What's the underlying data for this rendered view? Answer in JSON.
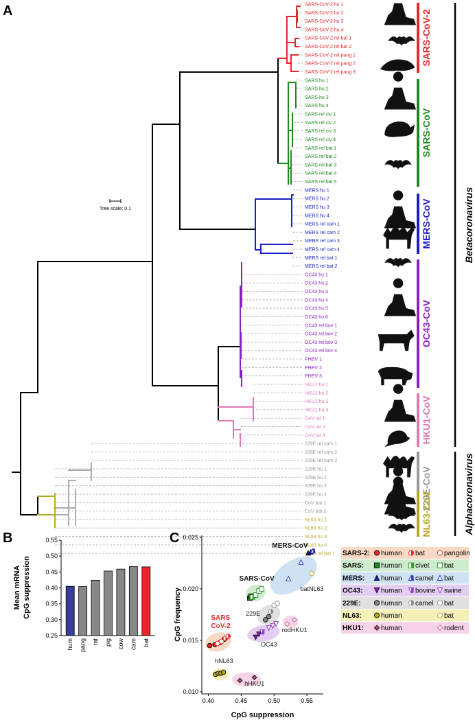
{
  "panels": {
    "a": "A",
    "b": "B",
    "c": "C"
  },
  "tree": {
    "scale_label": "Tree scale: 0.1",
    "genera": [
      "Betacoronavirus",
      "Alphacoronavirus"
    ],
    "clades": [
      {
        "name": "SARS-CoV-2",
        "color": "#e8272a",
        "tips": [
          "SARS-CoV-2 hu 1",
          "SARS-CoV-2 hu 2",
          "SARS-CoV-2 hu 3",
          "SARS-CoV-2 hu 4",
          "SARS-CoV-2 rel bat 1",
          "SARS-CoV-2 rel bat 2",
          "SARS-CoV-2 rel pang 1",
          "SARS-CoV-2 rel pang 2",
          "SARS-CoV-2 rel pang 3"
        ]
      },
      {
        "name": "SARS-CoV",
        "color": "#1e8a1e",
        "tips": [
          "SARS hu 1",
          "SARS hu 2",
          "SARS hu 3",
          "SARS hu 4",
          "SARS rel civ 1",
          "SARS rel civ 2",
          "SARS rel civ 3",
          "SARS rel civ 4",
          "SARS rel bat 1",
          "SARS rel bat 2",
          "SARS rel bat 3",
          "SARS rel bat 4",
          "SARS rel bat 5"
        ]
      },
      {
        "name": "MERS-CoV",
        "color": "#1c1cc8",
        "tips": [
          "MERS hu 1",
          "MERS hu 2",
          "MERS hu 3",
          "MERS hu 4",
          "MERS rel cam 1",
          "MERS rel cam 2",
          "MERS rel cam 3",
          "MERS rel cam 4",
          "MERS rel bat 1",
          "MERS rel bat 2"
        ]
      },
      {
        "name": "OC43-CoV",
        "color": "#8a1ec8",
        "tips": [
          "OC43 hu 1",
          "OC43 hu 2",
          "OC43 hu 3",
          "OC43 hu 4",
          "OC43 hu 5",
          "OC43 hu 6",
          "OC43 rel bov 1",
          "OC43 rel bov 2",
          "OC43 rel bov 3",
          "OC43 rel bov 4",
          "PHEV 1",
          "PHEV 2",
          "PHEV 3"
        ]
      },
      {
        "name": "HKU1-CoV",
        "color": "#e078b4",
        "tips": [
          "HKU1 hu 1",
          "HKU1 hu 2",
          "HKU1 hu 3",
          "HKU1 hu 4",
          "CoV rat 1",
          "CoV rat 2",
          "CoV rat 3"
        ]
      },
      {
        "name": "229E-CoV",
        "color": "#999999",
        "tips": [
          "229E rel cam 1",
          "229E rel cam 2",
          "229E rel cam 3",
          "229E hu 1",
          "229E hu 2",
          "229E hu 3",
          "229E hu 4",
          "CoV bat 1",
          "CoV bat 2"
        ]
      },
      {
        "name": "NL63-CoV",
        "color": "#b4aa1e",
        "tips": [
          "NL63 hu 1",
          "NL63 hu 2",
          "NL63 hu 3",
          "NL63 hu 4",
          "NL63 rel bat 1"
        ]
      }
    ],
    "silhouettes": [
      "human-icon",
      "bat-icon",
      "pangolin-icon",
      "human-icon",
      "civet-icon",
      "bat-icon",
      "human-icon",
      "camel-icon",
      "bat-icon",
      "human-icon",
      "cow-icon",
      "pig-icon",
      "human-icon",
      "rat-icon",
      "camel-icon",
      "human-icon",
      "bat-icon",
      "human-icon",
      "bat-icon"
    ]
  },
  "chart_data": [
    {
      "type": "bar",
      "ylabel": "Mean mRNA CpG suppression",
      "categories": [
        "hum",
        "pang",
        "rat",
        "pig",
        "cow",
        "cam",
        "bat"
      ],
      "values": [
        0.405,
        0.404,
        0.424,
        0.453,
        0.459,
        0.467,
        0.466
      ],
      "colors": [
        "#3b3b99",
        "#888888",
        "#888888",
        "#888888",
        "#888888",
        "#888888",
        "#e8272a"
      ],
      "ylim": [
        0.25,
        0.55
      ],
      "yticks": [
        "0.25",
        "0.30",
        "0.35",
        "0.40",
        "0.45",
        "0.50",
        "0.55"
      ]
    },
    {
      "type": "scatter",
      "xlabel": "CpG suppression",
      "ylabel": "CpG frequency",
      "xlim": [
        0.39,
        0.575
      ],
      "ylim": [
        0.0098,
        0.0252
      ],
      "xticks": [
        "0.40",
        "0.45",
        "0.50",
        "0.55"
      ],
      "yticks": [
        "0.010",
        "0.015",
        "0.020",
        "0.025"
      ],
      "annotations": [
        {
          "text": "SARS",
          "color": "#e8272a",
          "x": 0.404,
          "y": 0.017
        },
        {
          "text": "CoV-2",
          "color": "#e8272a",
          "x": 0.404,
          "y": 0.0162
        },
        {
          "text": "SARS-CoV",
          "color": "#111111",
          "x": 0.447,
          "y": 0.0208
        },
        {
          "text": "MERS-CoV",
          "color": "#111111",
          "x": 0.497,
          "y": 0.024
        },
        {
          "text": "batNL63",
          "color": "#111111",
          "x": 0.54,
          "y": 0.0198
        },
        {
          "text": "229E",
          "color": "#111111",
          "x": 0.457,
          "y": 0.0174
        },
        {
          "text": "rodHKU1",
          "color": "#111111",
          "x": 0.512,
          "y": 0.0158
        },
        {
          "text": "OC43",
          "color": "#111111",
          "x": 0.48,
          "y": 0.0144
        },
        {
          "text": "hNL63",
          "color": "#111111",
          "x": 0.41,
          "y": 0.0128
        },
        {
          "text": "hHKU1",
          "color": "#111111",
          "x": 0.455,
          "y": 0.0106
        }
      ],
      "groups": [
        {
          "name": "SARS-2",
          "bg": "#f9d9c4",
          "cx": 0.415,
          "cy": 0.01485,
          "rx": 0.02,
          "ry": 0.0009,
          "rot": -15
        },
        {
          "name": "SARS",
          "bg": "#cdeccd",
          "cx": 0.472,
          "cy": 0.0196,
          "rx": 0.015,
          "ry": 0.0008,
          "rot": -20
        },
        {
          "name": "MERS",
          "bg": "#cfe2f3",
          "cx": 0.53,
          "cy": 0.0213,
          "rx": 0.04,
          "ry": 0.0014,
          "rot": -35
        },
        {
          "name": "OC43",
          "bg": "#e3cdf0",
          "cx": 0.484,
          "cy": 0.0157,
          "rx": 0.025,
          "ry": 0.0008,
          "rot": -10
        },
        {
          "name": "229E",
          "bg": "#e0e0e0",
          "cx": 0.492,
          "cy": 0.0175,
          "rx": 0.018,
          "ry": 0.0009,
          "rot": -25
        },
        {
          "name": "NL63",
          "bg": "#f5f0b8",
          "cx": 0.418,
          "cy": 0.0117,
          "rx": 0.012,
          "ry": 0.0006,
          "rot": 0
        },
        {
          "name": "HKU1",
          "bg": "#f6d3e6",
          "cx": 0.458,
          "cy": 0.0112,
          "rx": 0.022,
          "ry": 0.0007,
          "rot": 0
        },
        {
          "name": "rodHKU1",
          "bg": "#f6d3e6",
          "cx": 0.525,
          "cy": 0.0168,
          "rx": 0.012,
          "ry": 0.0006,
          "rot": 0
        }
      ],
      "series": [
        {
          "name": "SARS-2 human",
          "color": "#e8272a",
          "marker": "circle-fill",
          "points": [
            [
              0.402,
              0.0145
            ],
            [
              0.41,
              0.0146
            ],
            [
              0.418,
              0.0148
            ],
            [
              0.424,
              0.0151
            ]
          ]
        },
        {
          "name": "SARS-2 bat",
          "color": "#e8272a",
          "marker": "circle-half",
          "points": [
            [
              0.426,
              0.0152
            ],
            [
              0.43,
              0.0154
            ]
          ]
        },
        {
          "name": "SARS-2 pangolin",
          "color": "#e8272a",
          "marker": "circle-open",
          "points": [
            [
              0.414,
              0.0147
            ],
            [
              0.42,
              0.0149
            ]
          ]
        },
        {
          "name": "SARS human",
          "color": "#1e8a1e",
          "marker": "square-fill",
          "points": [
            [
              0.463,
              0.0191
            ],
            [
              0.465,
              0.0193
            ]
          ]
        },
        {
          "name": "SARS civet",
          "color": "#1e8a1e",
          "marker": "square-half",
          "points": [
            [
              0.467,
              0.0192
            ]
          ]
        },
        {
          "name": "SARS bat",
          "color": "#1e8a1e",
          "marker": "square-open",
          "points": [
            [
              0.472,
              0.0194
            ],
            [
              0.477,
              0.0198
            ],
            [
              0.481,
              0.02
            ]
          ]
        },
        {
          "name": "MERS human",
          "color": "#1c1cc8",
          "marker": "tri-fill",
          "points": [
            [
              0.552,
              0.0235
            ],
            [
              0.556,
              0.0236
            ]
          ]
        },
        {
          "name": "MERS camel",
          "color": "#1c1cc8",
          "marker": "tri-half",
          "points": [
            [
              0.559,
              0.0237
            ]
          ]
        },
        {
          "name": "MERS bat",
          "color": "#1c1cc8",
          "marker": "tri-open",
          "points": [
            [
              0.522,
              0.021
            ],
            [
              0.541,
              0.0226
            ]
          ]
        },
        {
          "name": "OC43 human",
          "color": "#8a1ec8",
          "marker": "tri-down-fill",
          "points": [
            [
              0.472,
              0.0153
            ],
            [
              0.477,
              0.0156
            ]
          ]
        },
        {
          "name": "OC43 bovine",
          "color": "#8a1ec8",
          "marker": "tri-down-half",
          "points": [
            [
              0.482,
              0.0158
            ]
          ]
        },
        {
          "name": "OC43 swine",
          "color": "#8a1ec8",
          "marker": "tri-down-open",
          "points": [
            [
              0.492,
              0.0162
            ],
            [
              0.498,
              0.0164
            ],
            [
              0.503,
              0.0166
            ]
          ]
        },
        {
          "name": "229E human",
          "color": "#888888",
          "marker": "circle-fill",
          "points": [
            [
              0.487,
              0.017
            ],
            [
              0.492,
              0.0173
            ]
          ]
        },
        {
          "name": "229E camel",
          "color": "#888888",
          "marker": "circle-half",
          "points": [
            [
              0.495,
              0.0178
            ]
          ]
        },
        {
          "name": "229E bat",
          "color": "#888888",
          "marker": "circle-open",
          "points": [
            [
              0.5,
              0.0184
            ],
            [
              0.505,
              0.0186
            ]
          ]
        },
        {
          "name": "NL63 human",
          "color": "#b4aa1e",
          "marker": "circle-fill",
          "points": [
            [
              0.411,
              0.0117
            ],
            [
              0.415,
              0.0118
            ],
            [
              0.419,
              0.0118
            ],
            [
              0.423,
              0.0119
            ]
          ]
        },
        {
          "name": "NL63 bat",
          "color": "#b4aa1e",
          "marker": "circle-open",
          "points": [
            [
              0.557,
              0.0215
            ]
          ]
        },
        {
          "name": "HKU1 human",
          "color": "#b4508c",
          "marker": "diamond-fill",
          "points": [
            [
              0.448,
              0.0111
            ],
            [
              0.47,
              0.0114
            ]
          ]
        },
        {
          "name": "HKU1 rodent",
          "color": "#d2508c",
          "marker": "diamond-open",
          "points": [
            [
              0.52,
              0.0166
            ],
            [
              0.531,
              0.017
            ]
          ]
        }
      ]
    }
  ],
  "legend": {
    "rows": [
      {
        "label": "SARS-2:",
        "bg": "#f9d9c4",
        "items": [
          {
            "m": "circle-fill",
            "c": "#e8272a",
            "t": "human"
          },
          {
            "m": "circle-half",
            "c": "#e8272a",
            "t": "bat"
          },
          {
            "m": "circle-open",
            "c": "#e8272a",
            "t": "pangolin"
          }
        ]
      },
      {
        "label": "SARS:",
        "bg": "#cdeccd",
        "items": [
          {
            "m": "square-fill",
            "c": "#1e8a1e",
            "t": "human"
          },
          {
            "m": "square-half",
            "c": "#1e8a1e",
            "t": "civet"
          },
          {
            "m": "square-open",
            "c": "#1e8a1e",
            "t": "bat"
          }
        ]
      },
      {
        "label": "MERS:",
        "bg": "#cfe2f3",
        "items": [
          {
            "m": "tri-fill",
            "c": "#1c1cc8",
            "t": "human"
          },
          {
            "m": "tri-half",
            "c": "#1c1cc8",
            "t": "camel"
          },
          {
            "m": "tri-open",
            "c": "#1c1cc8",
            "t": "bat"
          }
        ]
      },
      {
        "label": "OC43:",
        "bg": "#e3cdf0",
        "items": [
          {
            "m": "tri-down-fill",
            "c": "#8a1ec8",
            "t": "human"
          },
          {
            "m": "tri-down-half",
            "c": "#8a1ec8",
            "t": "bovine"
          },
          {
            "m": "tri-down-open",
            "c": "#8a1ec8",
            "t": "swine"
          }
        ]
      },
      {
        "label": "229E:",
        "bg": "#e0e0e0",
        "items": [
          {
            "m": "circle-fill",
            "c": "#888888",
            "t": "human"
          },
          {
            "m": "circle-half",
            "c": "#888888",
            "t": "camel"
          },
          {
            "m": "circle-open",
            "c": "#888888",
            "t": "bat"
          }
        ]
      },
      {
        "label": "NL63:",
        "bg": "#f5f0b8",
        "items": [
          {
            "m": "circle-fill",
            "c": "#b4aa1e",
            "t": "human"
          },
          null,
          {
            "m": "circle-open",
            "c": "#b4aa1e",
            "t": "bat"
          }
        ]
      },
      {
        "label": "HKU1:",
        "bg": "#f6d3e6",
        "items": [
          {
            "m": "diamond-fill",
            "c": "#b4508c",
            "t": "human"
          },
          null,
          {
            "m": "diamond-open",
            "c": "#d2508c",
            "t": "rodent"
          }
        ]
      }
    ]
  }
}
